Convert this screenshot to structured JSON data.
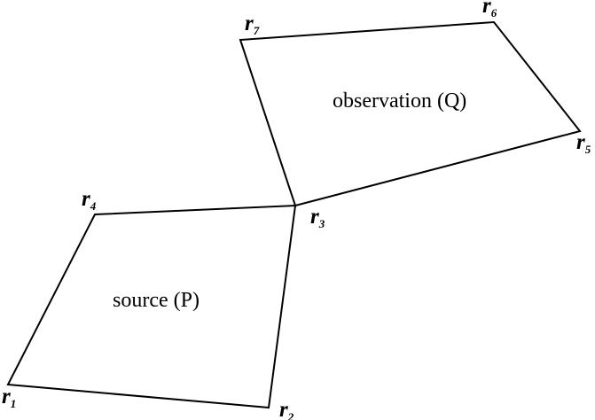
{
  "regions": {
    "source": {
      "label": "source (P)"
    },
    "observation": {
      "label": "observation (Q)"
    }
  },
  "vertices": {
    "r1": {
      "base": "r",
      "sub": "1"
    },
    "r2": {
      "base": "r",
      "sub": "2"
    },
    "r3": {
      "base": "r",
      "sub": "3"
    },
    "r4": {
      "base": "r",
      "sub": "4"
    },
    "r5": {
      "base": "r",
      "sub": "5"
    },
    "r6": {
      "base": "r",
      "sub": "6"
    },
    "r7": {
      "base": "r",
      "sub": "7"
    }
  },
  "colors": {
    "stroke": "#000000",
    "background": "#ffffff"
  }
}
